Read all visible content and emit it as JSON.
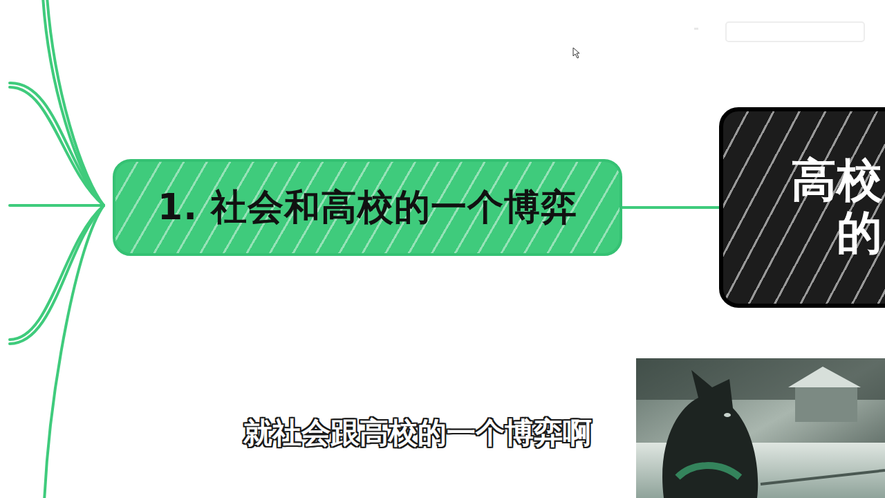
{
  "diagram": {
    "nodes": [
      {
        "text": [
          "1. 社会和高校的一个博弈"
        ]
      },
      {
        "text": [
          "高校 的"
        ]
      }
    ],
    "edges": [
      {
        "from": 0,
        "to": 1,
        "arrow": "none"
      }
    ],
    "labels": [
      "就社会跟高校的一个博弈啊"
    ]
  }
}
